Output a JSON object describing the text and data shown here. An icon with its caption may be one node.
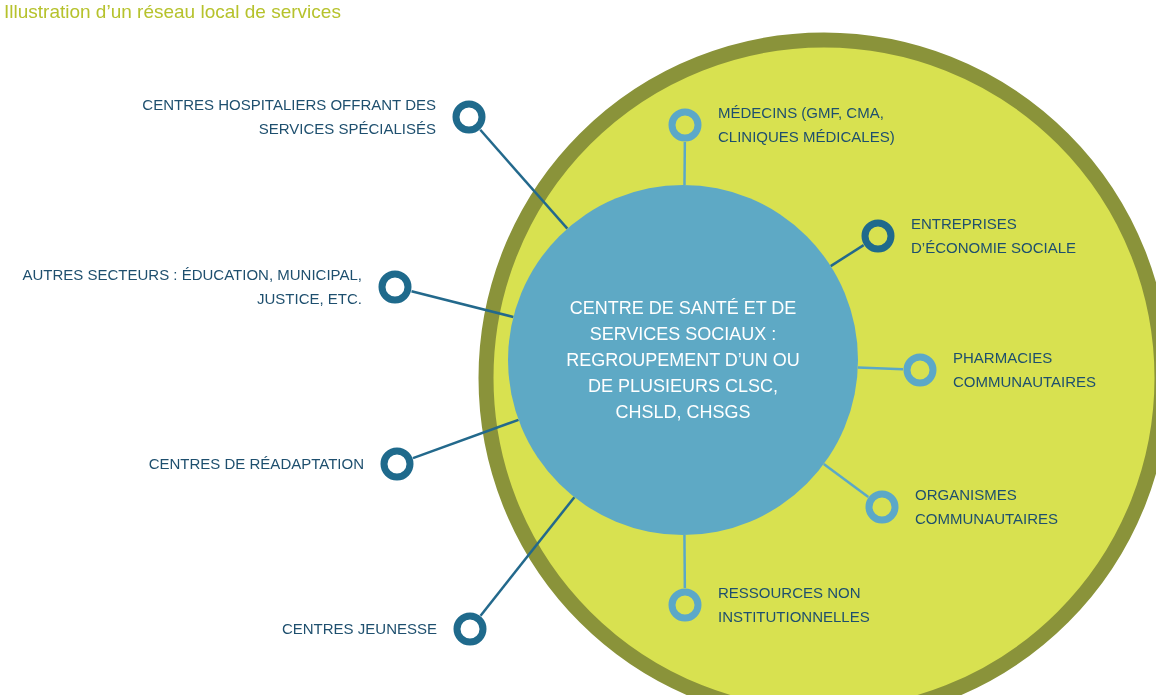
{
  "diagram": {
    "title": "Illustration d’un réseau local de services",
    "nodes": [
      {
        "text": [
          "CENTRE DE SANTÉ ET DE SERVICES SOCIAUX : REGROUPEMENT D’UN OU DE PLUSIEURS CLSC, CHSLD, CHSGS"
        ]
      },
      {
        "text": [
          "CENTRES HOSPITALIERS OFFRANT DES SERVICES SPÉCIALISÉS"
        ]
      },
      {
        "text": [
          "MÉDECINS (GMF, CMA, CLINIQUES MÉDICALES)"
        ]
      },
      {
        "text": [
          "ENTREPRISES D’ÉCONOMIE SOCIALE"
        ]
      },
      {
        "text": [
          "AUTRES SECTEURS : ÉDUCATION, MUNICIPAL, JUSTICE, ETC."
        ]
      },
      {
        "text": [
          "PHARMACIES COMMUNAUTAIRES"
        ]
      },
      {
        "text": [
          "CENTRES DE RÉADAPTATION"
        ]
      },
      {
        "text": [
          "ORGANISMES COMMUNAUTAIRES"
        ]
      },
      {
        "text": [
          "CENTRES JEUNESSE"
        ]
      },
      {
        "text": [
          "RESSOURCES NON INSTITUTIONNELLES"
        ]
      }
    ],
    "edges": [
      {
        "from": 0,
        "to": 1,
        "arrow": "none"
      },
      {
        "from": 0,
        "to": 2,
        "arrow": "none",
        "color": "#5ba8c8"
      },
      {
        "from": 0,
        "to": 3,
        "arrow": "none"
      },
      {
        "from": 0,
        "to": 4,
        "arrow": "none"
      },
      {
        "from": 0,
        "to": 5,
        "arrow": "none",
        "color": "#5ba8c8"
      },
      {
        "from": 0,
        "to": 6,
        "arrow": "none"
      },
      {
        "from": 0,
        "to": 7,
        "arrow": "none",
        "color": "#5ba8c8"
      },
      {
        "from": 0,
        "to": 8,
        "arrow": "none"
      },
      {
        "from": 0,
        "to": 9,
        "arrow": "none",
        "color": "#5ba8c8"
      }
    ]
  }
}
